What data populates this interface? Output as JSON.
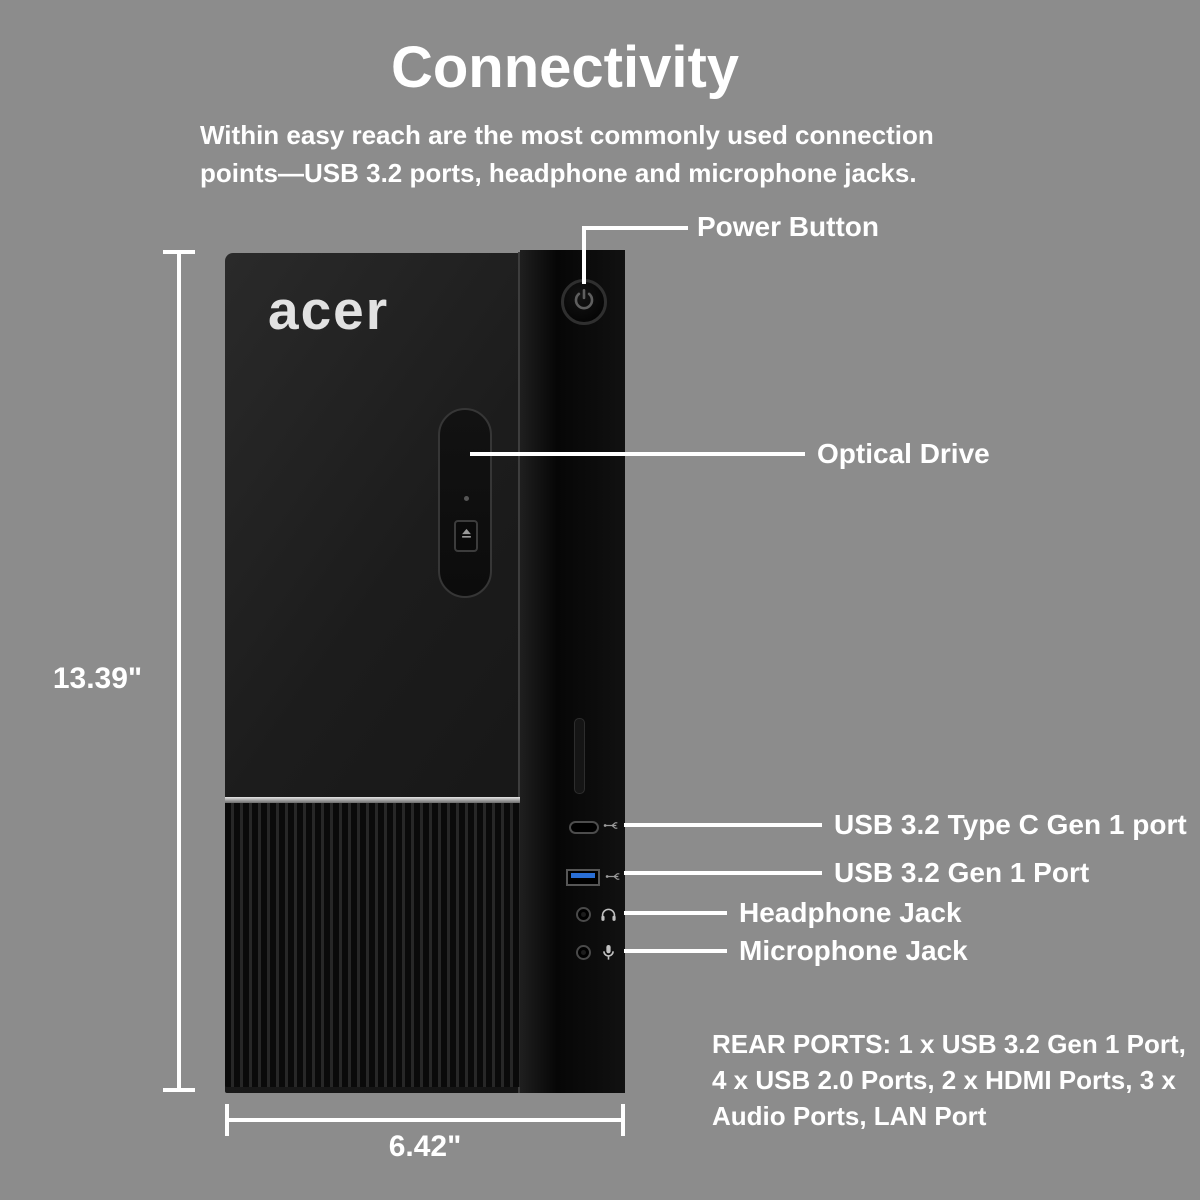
{
  "colors": {
    "background": "#8c8c8c",
    "text": "#ffffff",
    "tower_body": "#1c1c1c",
    "usb_blue": "#2a6fd6",
    "callout_line": "#ffffff"
  },
  "header": {
    "title": "Connectivity",
    "subtitle_lines": [
      "Within easy reach are the most commonly used connection",
      "points—USB 3.2 ports, headphone and microphone jacks."
    ]
  },
  "device": {
    "brand_logo": "acer"
  },
  "callouts": {
    "power_button": {
      "label": "Power Button"
    },
    "optical_drive": {
      "label": "Optical Drive"
    },
    "usb_type_c": {
      "label": "USB 3.2 Type C Gen 1 port"
    },
    "usb_a": {
      "label": "USB 3.2 Gen 1 Port"
    },
    "headphone_jack": {
      "label": "Headphone Jack"
    },
    "microphone_jack": {
      "label": "Microphone Jack"
    }
  },
  "dimensions": {
    "height_label": "13.39\"",
    "width_label": "6.42\""
  },
  "rear_ports": {
    "heading": "REAR PORTS:",
    "details": " 1 x USB 3.2 Gen 1 Port, 4 x USB 2.0 Ports, 2 x HDMI Ports, 3 x Audio Ports, LAN Port"
  },
  "icons": {
    "power": "power-symbol",
    "eject": "eject-symbol",
    "usb": "usb-trident",
    "headphone": "headphone-symbol",
    "microphone": "microphone-symbol"
  }
}
